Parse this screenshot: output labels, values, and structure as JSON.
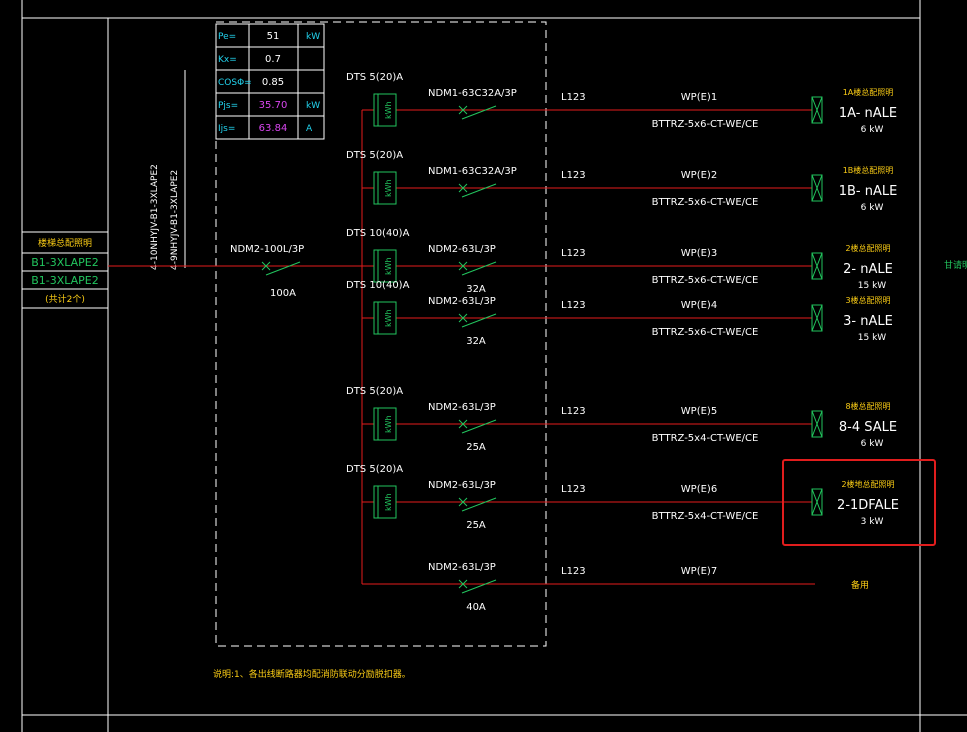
{
  "params": [
    {
      "label": "Pe=",
      "value": "51",
      "unit": "kW",
      "value_color": "#ffffff"
    },
    {
      "label": "Kx=",
      "value": "0.7",
      "unit": "",
      "value_color": "#ffffff"
    },
    {
      "label": "COSΦ=",
      "value": "0.85",
      "unit": "",
      "value_color": "#ffffff"
    },
    {
      "label": "Pjs=",
      "value": "35.70",
      "unit": "kW",
      "value_color": "#d946ef"
    },
    {
      "label": "Ijs=",
      "value": "63.84",
      "unit": "A",
      "value_color": "#d946ef"
    }
  ],
  "left_panel": {
    "title": "楼梯总配照明",
    "code1": "B1-3XLAPE2",
    "code2": "B1-3XLAPE2",
    "count": "(共计2个)"
  },
  "incoming": {
    "cable1": "4-10NHYJV-B1-3XLAPE2",
    "cable2": "4-9NHYJV-B1-3XLAPE2",
    "breaker": "NDM2-100L/3P",
    "rating": "100A"
  },
  "circuits": [
    {
      "meter": "DTS 5(20)A",
      "breaker": "NDM1-63C32A/3P",
      "rating": "",
      "phase": "L123",
      "circuit": "WP(E)1",
      "cable": "BTTRZ-5x6-CT-WE/CE",
      "desc": "1A楼总配照明",
      "box": "1A- nALE",
      "power": "6 kW"
    },
    {
      "meter": "DTS 5(20)A",
      "breaker": "NDM1-63C32A/3P",
      "rating": "",
      "phase": "L123",
      "circuit": "WP(E)2",
      "cable": "BTTRZ-5x6-CT-WE/CE",
      "desc": "1B楼总配照明",
      "box": "1B- nALE",
      "power": "6 kW"
    },
    {
      "meter": "DTS 10(40)A",
      "breaker": "NDM2-63L/3P",
      "rating": "32A",
      "phase": "L123",
      "circuit": "WP(E)3",
      "cable": "BTTRZ-5x6-CT-WE/CE",
      "desc": "2楼总配照明",
      "box": "2- nALE",
      "power": "15 kW"
    },
    {
      "meter": "DTS 10(40)A",
      "breaker": "NDM2-63L/3P",
      "rating": "32A",
      "phase": "L123",
      "circuit": "WP(E)4",
      "cable": "BTTRZ-5x6-CT-WE/CE",
      "desc": "3楼总配照明",
      "box": "3- nALE",
      "power": "15 kW"
    },
    {
      "meter": "DTS 5(20)A",
      "breaker": "NDM2-63L/3P",
      "rating": "25A",
      "phase": "L123",
      "circuit": "WP(E)5",
      "cable": "BTTRZ-5x4-CT-WE/CE",
      "desc": "8楼总配照明",
      "box": "8-4 SALE",
      "power": "6 kW"
    },
    {
      "meter": "DTS 5(20)A",
      "breaker": "NDM2-63L/3P",
      "rating": "25A",
      "phase": "L123",
      "circuit": "WP(E)6",
      "cable": "BTTRZ-5x4-CT-WE/CE",
      "desc": "2楼地总配照明",
      "box": "2-1DFALE",
      "power": "3 kW"
    },
    {
      "meter": "",
      "breaker": "NDM2-63L/3P",
      "rating": "40A",
      "phase": "L123",
      "circuit": "WP(E)7",
      "cable": "",
      "desc": "",
      "box": "",
      "power": "",
      "spare": "备用"
    }
  ],
  "meter_label": "kWh",
  "note": "说明:1、各出线断路器均配消防联动分励脱扣器。",
  "right_edge_text": "甘请明",
  "colors": {
    "wire": "#e31b1b",
    "frame": "#ffffff",
    "green": "#22c55e",
    "cyan": "#22d3ee",
    "yellow": "#facc15",
    "magenta": "#d946ef",
    "highlight": "#e11d1d",
    "text": "#e5e5e5"
  }
}
